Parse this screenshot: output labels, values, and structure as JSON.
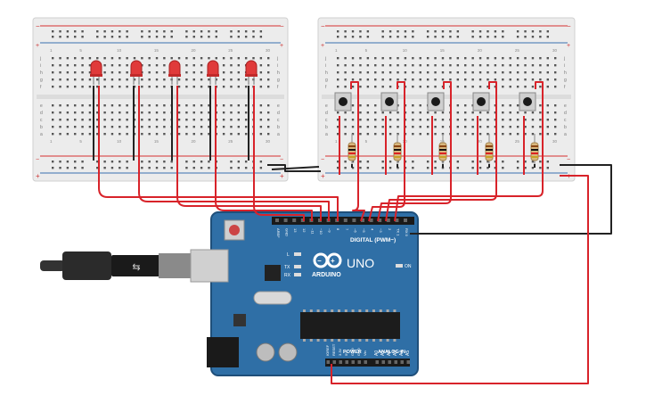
{
  "colors": {
    "board_blue": "#2f6fa6",
    "board_dark": "#1f4f7a",
    "breadboard": "#ececec",
    "rail_red": "#d62f2f",
    "rail_blue": "#3a6fb0",
    "wire_red": "#d8232a",
    "wire_black": "#222222",
    "led_red": "#e03a3a"
  },
  "breadboard": {
    "rail_plus": "+",
    "rail_minus": "−",
    "row_letters_top": [
      "j",
      "i",
      "h",
      "g",
      "f"
    ],
    "row_letters_bottom": [
      "e",
      "d",
      "c",
      "b",
      "a"
    ],
    "column_numbers": [
      "1",
      "",
      "",
      "",
      "5",
      "",
      "",
      "",
      "",
      "10",
      "",
      "",
      "",
      "",
      "15",
      "",
      "",
      "",
      "",
      "20",
      "",
      "",
      "",
      "",
      "25",
      "",
      "",
      "",
      "",
      "30"
    ]
  },
  "components": {
    "leds": [
      {
        "name": "led-1",
        "color": "red"
      },
      {
        "name": "led-2",
        "color": "red"
      },
      {
        "name": "led-3",
        "color": "red"
      },
      {
        "name": "led-4",
        "color": "red"
      },
      {
        "name": "led-5",
        "color": "red"
      }
    ],
    "buttons": [
      {
        "name": "button-1"
      },
      {
        "name": "button-2"
      },
      {
        "name": "button-3"
      },
      {
        "name": "button-4"
      },
      {
        "name": "button-5"
      }
    ],
    "resistors": [
      {
        "name": "resistor-1"
      },
      {
        "name": "resistor-2"
      },
      {
        "name": "resistor-3"
      },
      {
        "name": "resistor-4"
      },
      {
        "name": "resistor-5"
      }
    ]
  },
  "arduino": {
    "brand": "ARDUINO",
    "model": "UNO",
    "digital_label": "DIGITAL (PWM~)",
    "power_label": "POWER",
    "analog_label": "ANALOG IN",
    "on_label": "ON",
    "led_l": "L",
    "led_tx": "TX",
    "led_rx": "RX",
    "digital_pins": [
      "AREF",
      "GND",
      "13",
      "12",
      "~11",
      "~10",
      "~9",
      "8",
      "7",
      "~6",
      "~5",
      "4",
      "~3",
      "2",
      "TX 1",
      "RX 0"
    ],
    "power_pins": [
      "IOREF",
      "RESET",
      "3.3V",
      "5V",
      "GND",
      "GND",
      "Vin"
    ],
    "analog_pins": [
      "A0",
      "A1",
      "A2",
      "A3",
      "A4",
      "A5"
    ]
  }
}
